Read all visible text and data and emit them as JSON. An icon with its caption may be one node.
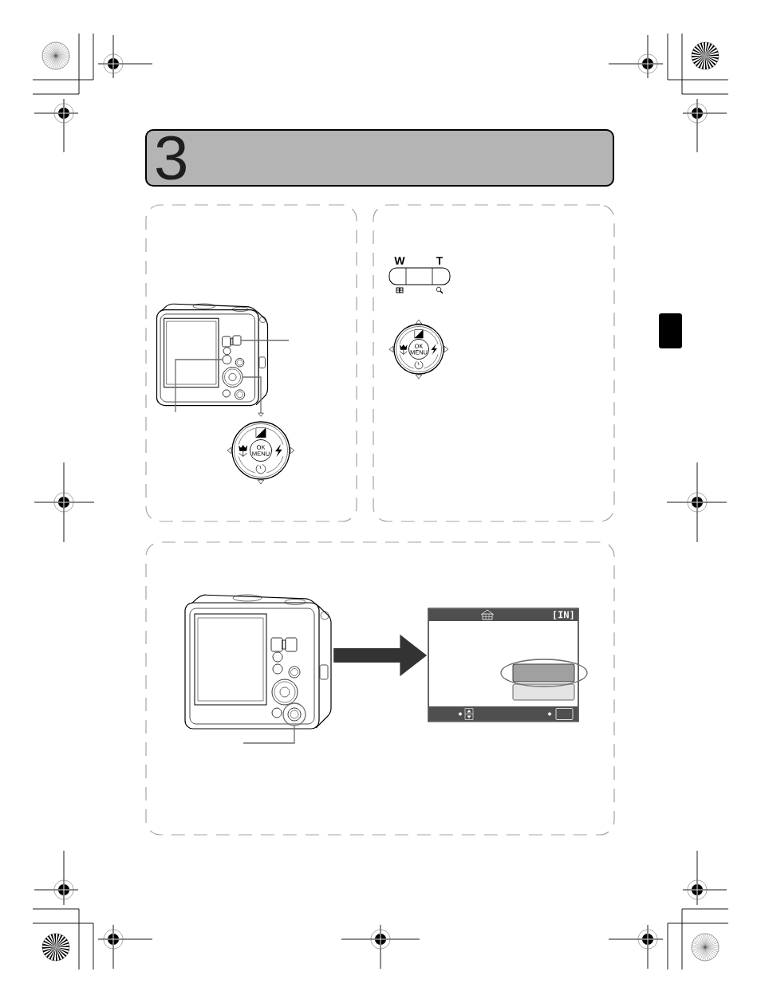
{
  "diagram": {
    "nodes": [
      {
        "text": [
          "3"
        ]
      },
      {
        "text": [],
        "shape": "box"
      },
      {
        "text": [],
        "shape": "picture",
        "in": 1
      },
      {
        "text": [],
        "shape": "box",
        "in": 2
      },
      {
        "text": [],
        "shape": "circle",
        "in": 2
      },
      {
        "text": [],
        "shape": "circle",
        "in": 2
      },
      {
        "text": [
          "OK MENU"
        ],
        "in": 1
      },
      {
        "text": [],
        "shape": "box"
      },
      {
        "text": [
          "W",
          "T"
        ],
        "in": 7
      },
      {
        "text": [
          "OK MENU"
        ],
        "in": 7
      },
      {
        "text": [],
        "shape": "box"
      },
      {
        "text": [],
        "shape": "picture",
        "in": 10
      },
      {
        "text": [],
        "shape": "circle",
        "in": 11
      },
      {
        "text": [
          "[IN]"
        ],
        "in": 10
      }
    ],
    "edges": [
      {
        "from": null,
        "to": 3,
        "arrow": "none"
      },
      {
        "from": null,
        "to": 4,
        "arrow": "none"
      },
      {
        "from": 5,
        "to": 6,
        "arrow": "to"
      },
      {
        "from": null,
        "to": 12,
        "arrow": "none"
      },
      {
        "from": 11,
        "to": 13,
        "arrow": "to",
        "style": "thick",
        "color": "#333333"
      }
    ]
  }
}
